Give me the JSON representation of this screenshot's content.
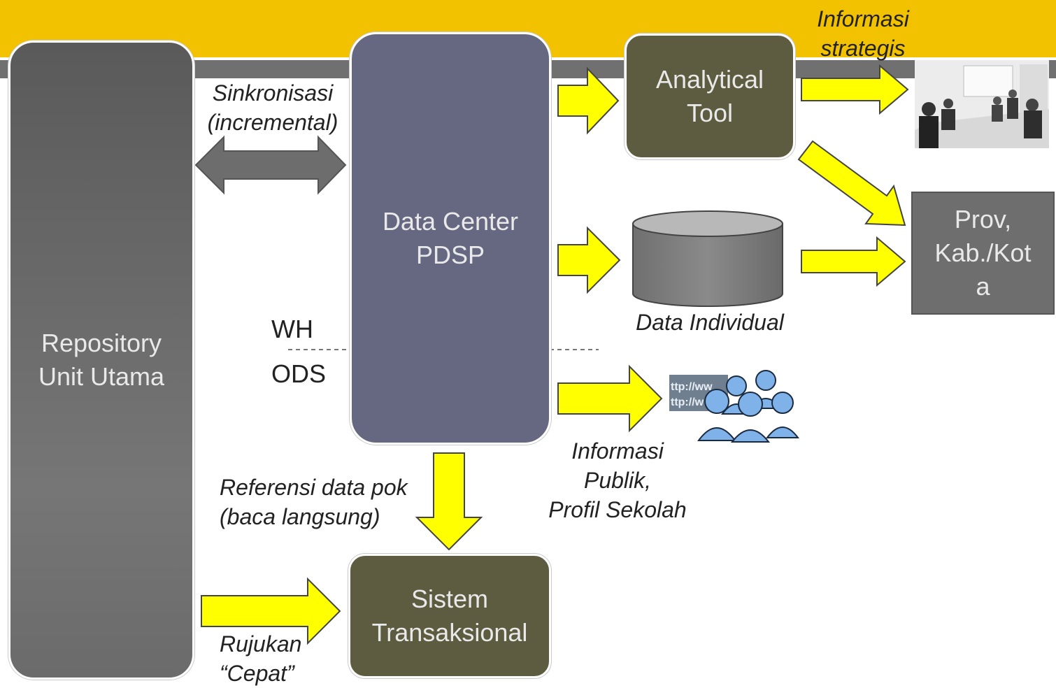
{
  "nodes": {
    "repository": "Repository\nUnit Utama",
    "data_center": "Data Center\nPDSP",
    "analytical_tool": "Analytical\nTool",
    "sistem_transaksional": "Sistem\nTransaksional",
    "prov": "Prov,\nKab./Kot\na",
    "data_individual": "Data Individual"
  },
  "labels": {
    "sinkronisasi": "Sinkronisasi\n(incremental)",
    "wh": "WH",
    "ods": "ODS",
    "informasi_strategis": "Informasi\nstrategis",
    "informasi_publik": "Informasi\nPublik,\nProfil Sekolah",
    "referensi": "Referensi data pok\n(baca langsung)",
    "rujukan": "Rujukan\n“Cepat”",
    "url_line_1": "ttp://ww",
    "url_line_2": "ttp://w"
  },
  "colors": {
    "banner": "#f2c200",
    "arrow_yellow": "#ffff00",
    "arrow_grey": "#6d6d6d",
    "repository": "#6a6a6a",
    "data_center": "#666882",
    "olive_box": "#5d5c40",
    "prov_box": "#6e6e6e"
  }
}
